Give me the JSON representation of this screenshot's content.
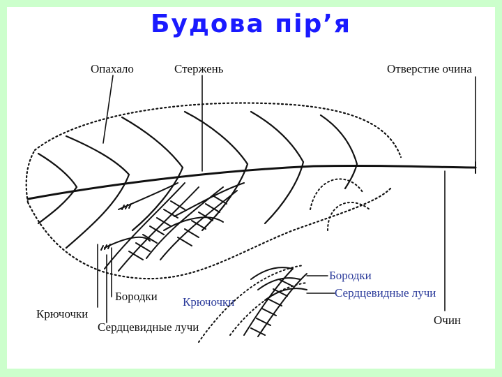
{
  "title": "Будова пір’я",
  "colors": {
    "background": "#ccffcc",
    "title": "#1a1aff",
    "ink": "#111111",
    "inset_labels": "#2a3a9a"
  },
  "labels": {
    "vane": "Опахало",
    "shaft": "Стержень",
    "quill_opening": "Отверстие очина",
    "barbs_main": "Бородки",
    "hooks_main": "Крючочки",
    "heart_barbules_main": "Сердцевидные лучи",
    "quill": "Очин",
    "barbs_inset": "Бородки",
    "heart_barbules_inset": "Сердцевидные лучи",
    "hooks_inset": "Крючочки"
  }
}
